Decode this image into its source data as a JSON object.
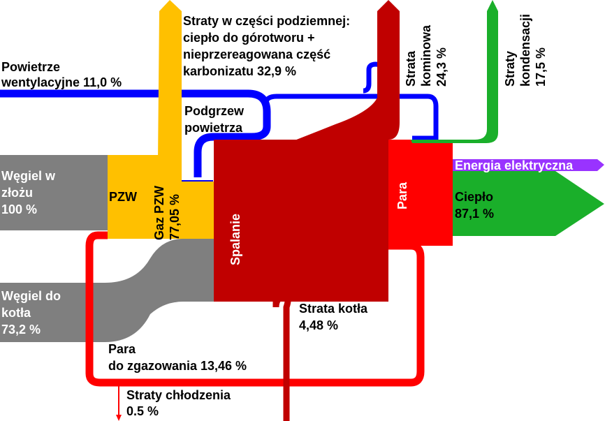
{
  "colors": {
    "coal": "#7f7f7f",
    "ugc": "#ffc000",
    "air": "#0000ff",
    "combustion": "#c00000",
    "steam": "#ff0000",
    "heat": "#1aaf2a",
    "electric": "#9933ff"
  },
  "labels": {
    "coal_in_seam": [
      "Węgiel w",
      "złożu",
      "100 %"
    ],
    "ventilation_air": [
      "Powietrze",
      "wentylacyjne 11,0 %"
    ],
    "underground_losses": [
      "Straty w części podziemnej:",
      "ciepło do górotworu +",
      "nieprzereagowana część",
      "karbonizatu 32,9 %"
    ],
    "air_preheat": [
      "Podgrzew",
      "powietrza"
    ],
    "pzw": "PZW",
    "pzw_gas": [
      "Gaz PZW",
      "77,05 %"
    ],
    "combustion": "Spalanie",
    "stack_loss": [
      "Strata",
      "kominowa",
      "24,3 %"
    ],
    "condensation_loss": [
      "Straty",
      "kondensacji",
      "17,5 %"
    ],
    "steam": "Para",
    "electric_energy": "Energia elektryczna",
    "heat": [
      "Ciepło",
      "87,1 %"
    ],
    "coal_to_boiler": [
      "Węgiel do",
      "kotła",
      "73,2 %"
    ],
    "boiler_loss": [
      "Strata kotła",
      "4,48 %"
    ],
    "steam_to_gasification": [
      "Para",
      "do zgazowania 13,46 %"
    ],
    "cooling_loss": [
      "Straty chłodzenia",
      "0.5 %"
    ]
  }
}
